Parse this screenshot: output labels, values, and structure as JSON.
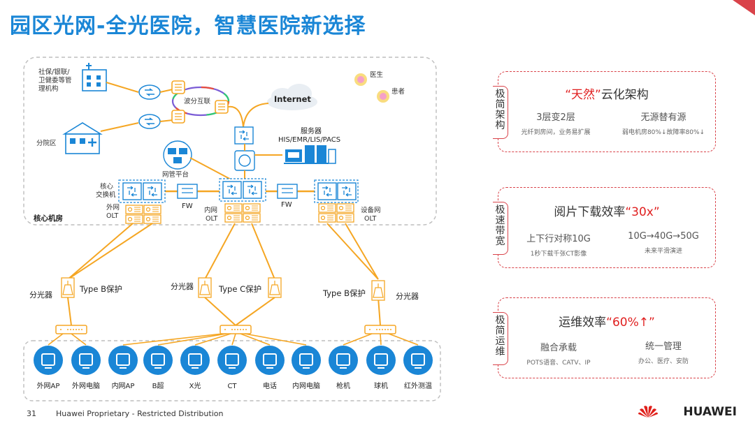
{
  "title": "园区光网-全光医院，智慧医院新选择",
  "diagram": {
    "social": [
      "社保/银联/",
      "卫健委等管",
      "理机构"
    ],
    "branch": "分院区",
    "wdm": "波分互联",
    "internet": "Internet",
    "doctor": "医生",
    "patient": "患者",
    "server_title": "服务器",
    "server_sub": "HIS/EMR/LIS/PACS",
    "nms": "网管平台",
    "core_sw": [
      "核心",
      "交换机"
    ],
    "fw": "FW",
    "ext_olt": [
      "外网",
      "OLT"
    ],
    "int_olt": [
      "内网",
      "OLT"
    ],
    "dev_olt": [
      "设备网",
      "OLT"
    ],
    "core_room": "核心机房",
    "splitter": "分光器",
    "typeB": "Type B保护",
    "typeC": "Type C保护",
    "terminals": [
      "外网AP",
      "外网电脑",
      "内网AP",
      "B超",
      "X光",
      "CT",
      "电话",
      "内网电脑",
      "枪机",
      "球机",
      "红外测温"
    ]
  },
  "panels": [
    {
      "label": "极简架构",
      "title_pre": "“天然”",
      "title_post": "云化架构",
      "left_h": "3层变2层",
      "left_d": "光纤到房间，业务易扩展",
      "right_h": "无源替有源",
      "right_d": "弱电机房80%↓故障率80%↓"
    },
    {
      "label": "极速带宽",
      "title_pre": "阅片下载效率",
      "title_post": "“30x”",
      "left_h": "上下行对称10G",
      "left_d": "1秒下载千张CT影像",
      "right_h": "10G→40G→50G",
      "right_d": "未来平滑演进"
    },
    {
      "label": "极简运维",
      "title_pre": "运维效率",
      "title_post": "“60%↑”",
      "left_h": "融合承载",
      "left_d": "POTS语音、CATV、IP",
      "right_h": "统一管理",
      "right_d": "办公、医疗、安防"
    }
  ],
  "footer": {
    "page": "31",
    "text": "Huawei Proprietary - Restricted Distribution",
    "brand": "HUAWEI"
  },
  "colors": {
    "blue": "#1a86d6",
    "orange": "#f5a623",
    "red": "#d9434a"
  }
}
